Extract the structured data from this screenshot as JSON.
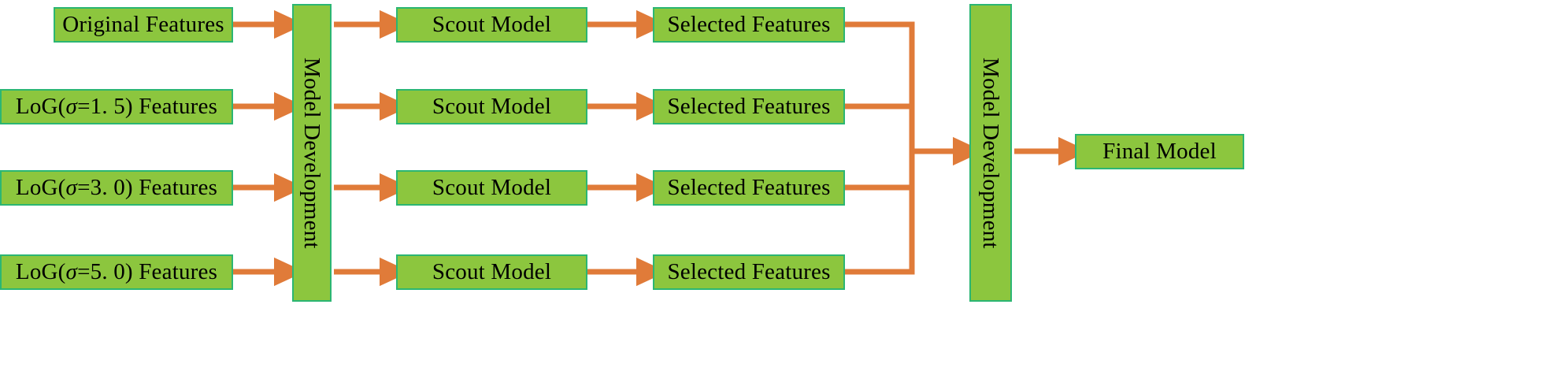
{
  "diagram": {
    "title": "Feature selection and model development pipeline",
    "colors": {
      "node_fill": "#8CC63E",
      "node_border": "#2BB673",
      "arrow": "#E07B39",
      "background": "#FFFFFF",
      "text": "#000000"
    },
    "inputs": [
      {
        "label": "Original Features"
      },
      {
        "label_prefix": "LoG(",
        "sigma": "σ",
        "label_mid": "=1. 5) Features"
      },
      {
        "label_prefix": "LoG(",
        "sigma": "σ",
        "label_mid": "=3. 0) Features"
      },
      {
        "label_prefix": "LoG(",
        "sigma": "σ",
        "label_mid": "=5. 0) Features"
      }
    ],
    "input_labels_plain": [
      "Original Features",
      "LoG(σ=1. 5) Features",
      "LoG(σ=3. 0) Features",
      "LoG(σ=5. 0) Features"
    ],
    "stage1": {
      "label": "Model Development"
    },
    "scout_models": [
      {
        "label": "Scout Model"
      },
      {
        "label": "Scout Model"
      },
      {
        "label": "Scout Model"
      },
      {
        "label": "Scout Model"
      }
    ],
    "selected_features": [
      {
        "label": "Selected Features"
      },
      {
        "label": "Selected Features"
      },
      {
        "label": "Selected Features"
      },
      {
        "label": "Selected Features"
      }
    ],
    "stage2": {
      "label": "Model Development"
    },
    "output": {
      "label": "Final Model"
    }
  }
}
